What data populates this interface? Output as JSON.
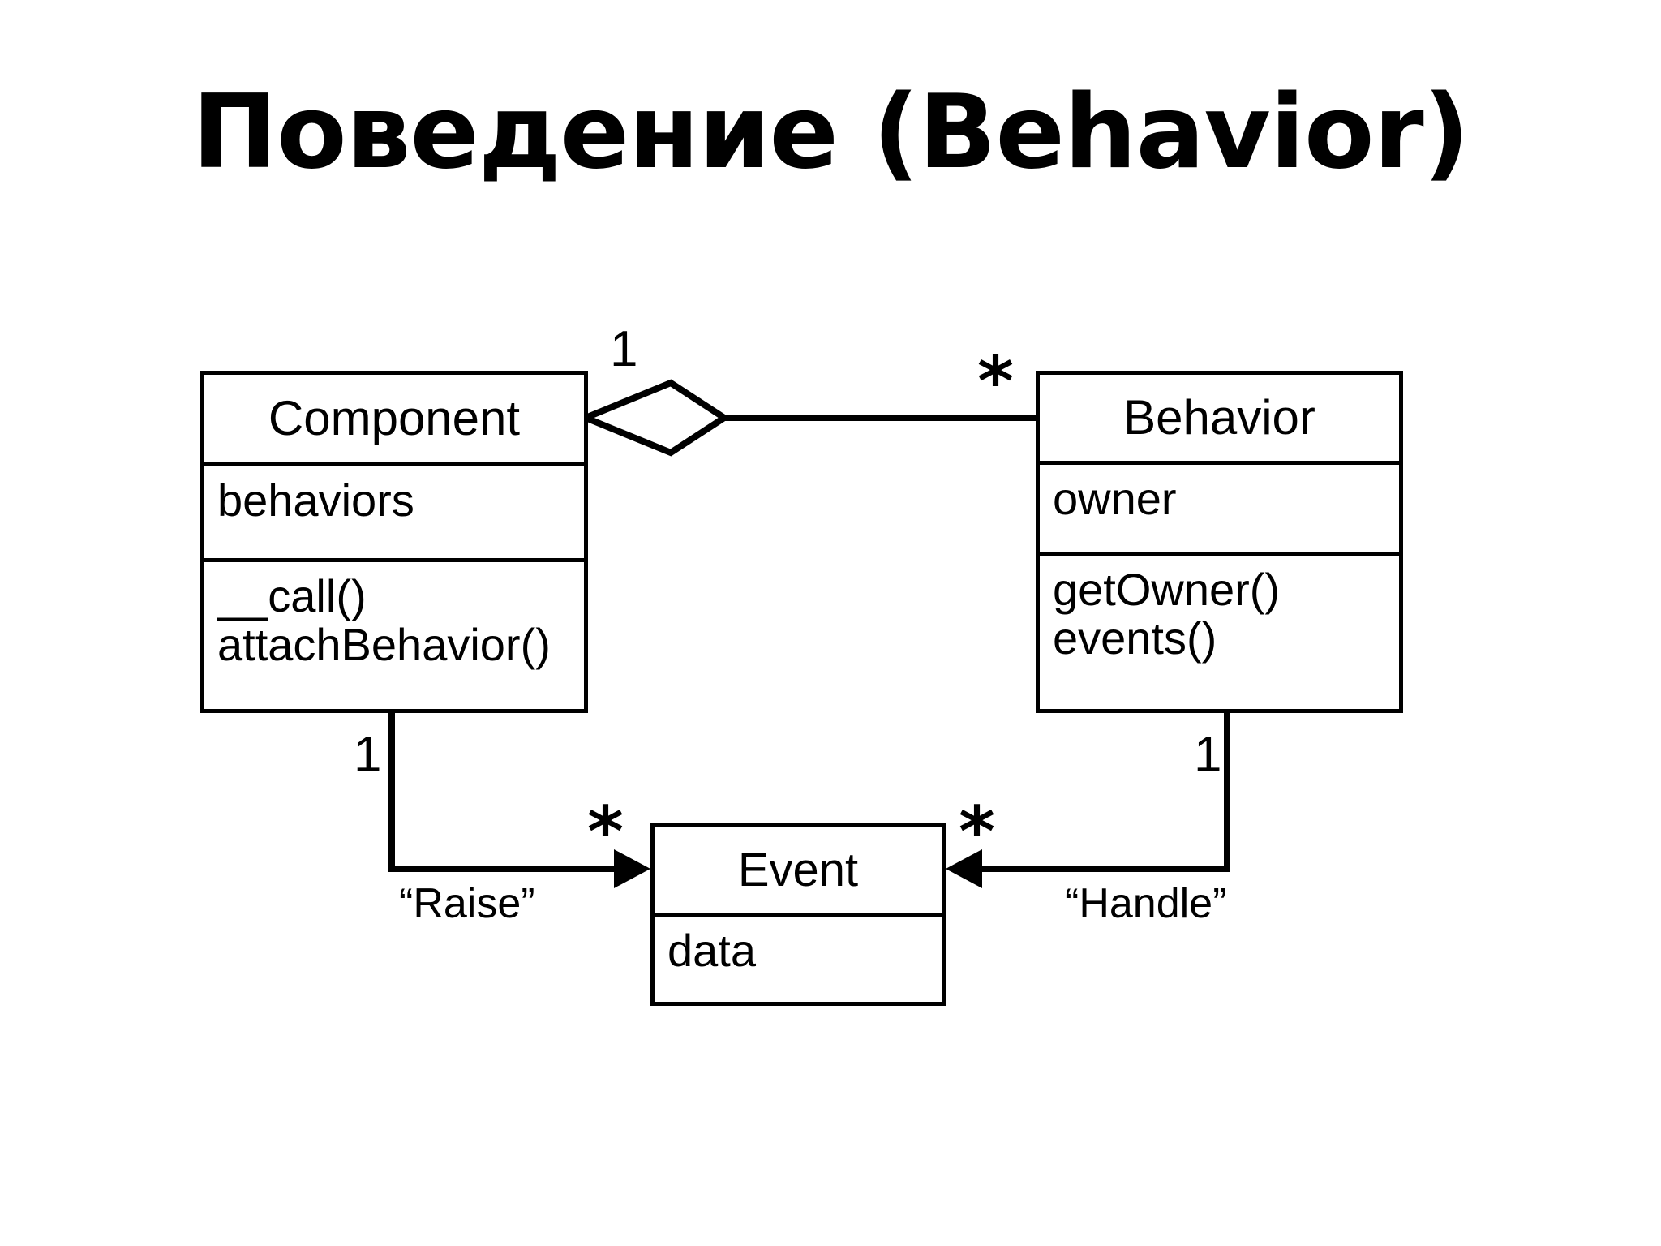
{
  "slide": {
    "title": "Поведение (Behavior)",
    "background_color": "#ffffff",
    "ink_color": "#000000"
  },
  "diagram": {
    "kind": "uml-class-diagram",
    "classes": [
      {
        "id": "component",
        "name": "Component",
        "attributes": [
          "behaviors"
        ],
        "operations": [
          "__call()",
          "attachBehavior()"
        ]
      },
      {
        "id": "behavior",
        "name": "Behavior",
        "attributes": [
          "owner"
        ],
        "operations": [
          "getOwner()",
          "events()"
        ]
      },
      {
        "id": "event",
        "name": "Event",
        "attributes": [
          "data"
        ],
        "operations": []
      }
    ],
    "relationships": [
      {
        "id": "component-behavior",
        "type": "aggregation",
        "from": "component",
        "to": "behavior",
        "from_multiplicity": "1",
        "to_multiplicity": "*",
        "label": ""
      },
      {
        "id": "component-event",
        "type": "directed-association",
        "from": "component",
        "to": "event",
        "from_multiplicity": "1",
        "to_multiplicity": "*",
        "label": "“Raise”"
      },
      {
        "id": "behavior-event",
        "type": "directed-association",
        "from": "behavior",
        "to": "event",
        "from_multiplicity": "1",
        "to_multiplicity": "*",
        "label": "“Handle”"
      }
    ]
  },
  "text": {
    "component_name": "Component",
    "component_attr_0": "behaviors",
    "component_ops": "__call()\nattachBehavior()",
    "behavior_name": "Behavior",
    "behavior_attr_0": "owner",
    "behavior_ops": "getOwner()\nevents()",
    "event_name": "Event",
    "event_attr_0": "data",
    "mult_aggr_one": "1",
    "mult_aggr_many": "*",
    "mult_raise_one": "1",
    "mult_raise_many": "*",
    "mult_handle_one": "1",
    "mult_handle_many": "*",
    "role_raise": "“Raise”",
    "role_handle": "“Handle”"
  }
}
